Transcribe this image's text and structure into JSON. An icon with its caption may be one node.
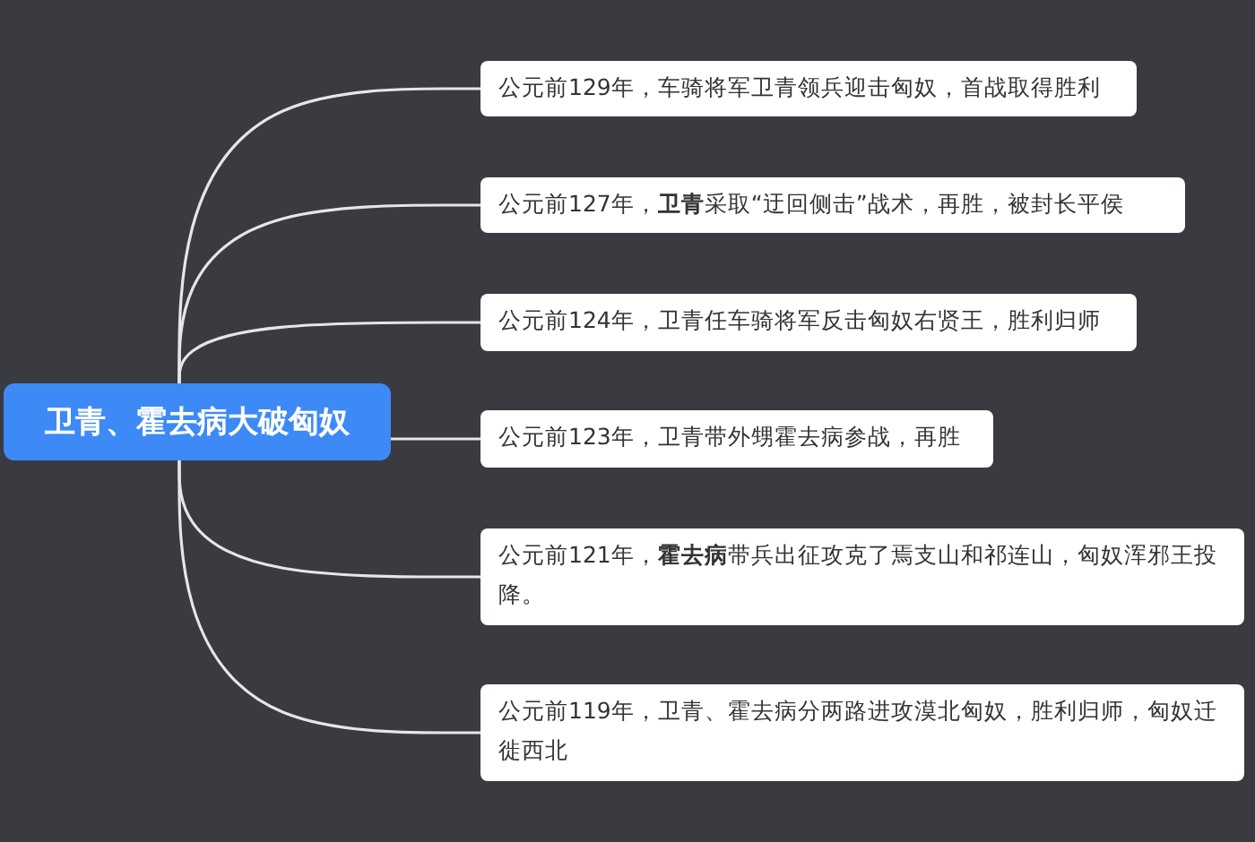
{
  "diagram": {
    "nodes": [
      {
        "text": [
          "卫青、霍去病大破匈奴"
        ]
      },
      {
        "text": [
          "公元前129年，车骑将军卫青领兵迎击匈奴，首战取得胜利"
        ]
      },
      {
        "text": [
          "公元前127年，**卫青**采取“迂回侧击”战术，再胜，被封长平侯"
        ]
      },
      {
        "text": [
          "公元前124年，卫青任车骑将军反击匈奴右贤王，胜利归师"
        ]
      },
      {
        "text": [
          "公元前123年，卫青带外甥霍去病参战，再胜"
        ]
      },
      {
        "text": [
          "公元前121年，**霍去病**带兵出征攻克了焉支山和祁连山，匈奴浑邪王投降。"
        ]
      },
      {
        "text": [
          "公元前119年，卫青、霍去病分两路进攻漠北匈奴，胜利归师，匈奴迁徙西北"
        ]
      }
    ],
    "edges": [
      {
        "from": 0,
        "to": 1,
        "arrow": "none"
      },
      {
        "from": 0,
        "to": 2,
        "arrow": "none"
      },
      {
        "from": 0,
        "to": 3,
        "arrow": "none"
      },
      {
        "from": 0,
        "to": 4,
        "arrow": "none"
      },
      {
        "from": 0,
        "to": 5,
        "arrow": "none"
      },
      {
        "from": 0,
        "to": 6,
        "arrow": "none"
      }
    ]
  }
}
